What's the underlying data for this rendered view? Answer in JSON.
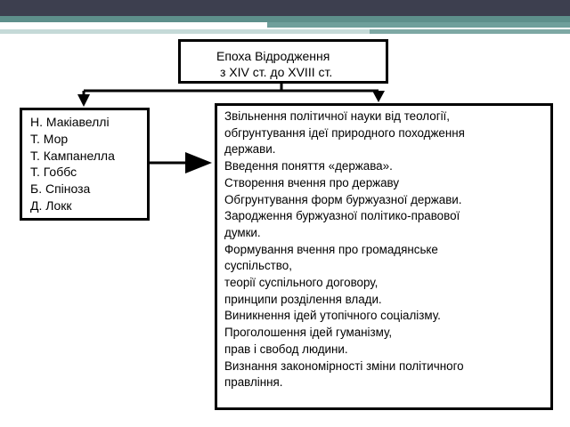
{
  "top": {
    "lines": [
      "Епоха Відродження",
      "з XIV ст. до XVIII ст."
    ]
  },
  "thinkers": [
    "Н. Макіавеллі",
    "Т. Мор",
    "Т. Кампанелла",
    "Т. Гоббс",
    "Б. Спіноза",
    "Д. Локк"
  ],
  "ideas": [
    "Звільнення політичної науки від теології,",
    "обгрунтування ідеї природного походження",
    "держави.",
    "Введення поняття «держава».",
    "Створення вчення про державу",
    "Обгрунтування форм буржуазної держави.",
    "Зародження буржуазної політико-правової",
    "думки.",
    "Формування вчення про громадянське",
    "суспільство,",
    "теорії суспільного договору,",
    "принципи розділення влади.",
    "Виникнення ідей утопічного соціалізму.",
    "Проголошення ідей гуманізму,",
    "прав і свобод людини.",
    "Визнання закономірності зміни політичного",
    "правління."
  ],
  "colors": {
    "header_dark": "#3d3f4f",
    "header_teal": "#5e8f8b",
    "header_light": "#c5dad8",
    "line": "#000000"
  }
}
